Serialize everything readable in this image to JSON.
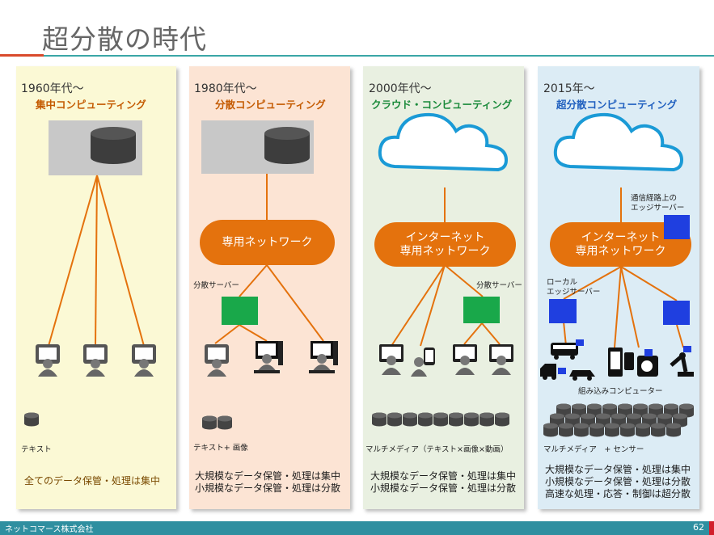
{
  "title": "超分散の時代",
  "footer": {
    "company": "ネットコマース株式会社",
    "page": "62"
  },
  "colors": {
    "accent_orange": "#e4720d",
    "cloud_blue": "#1a9ad6",
    "server_green": "#19a84a",
    "edge_blue": "#1f3fe0",
    "heading_orange": "#c45a00",
    "heading_green": "#1a8a3a",
    "heading_blue": "#1f5fbf"
  },
  "panels": [
    {
      "era": "1960年代～",
      "subtitle": "集中コンピューティング",
      "data_label": "テキスト",
      "summary": [
        "全てのデータ保管・処理は集中"
      ]
    },
    {
      "era": "1980年代～",
      "subtitle": "分散コンピューティング",
      "network": "専用ネットワーク",
      "server_label": "分散サーバー",
      "data_label": "テキスト+ 画像",
      "summary": [
        "大規模なデータ保管・処理は集中",
        "小規模なデータ保管・処理は分散"
      ]
    },
    {
      "era": "2000年代～",
      "subtitle": "クラウド・コンピューティング",
      "network": [
        "インターネット",
        "専用ネットワーク"
      ],
      "server_label": "分散サーバー",
      "data_label": "マルチメディア（テキスト×画像×動画）",
      "summary": [
        "大規模なデータ保管・処理は集中",
        "小規模なデータ保管・処理は分散"
      ]
    },
    {
      "era": "2015年～",
      "subtitle": "超分散コンピューティング",
      "network": [
        "インターネット",
        "専用ネットワーク"
      ],
      "edge_route_label": [
        "通信経路上の",
        "エッジサーバー"
      ],
      "local_label": [
        "ローカル",
        "エッジサーバー"
      ],
      "embedded_label": "組み込みコンピューター",
      "data_label": "マルチメディア　+ センサー",
      "summary": [
        "大規模なデータ保管・処理は集中",
        "小規模なデータ保管・処理は分散",
        "高速な処理・応答・制御は超分散"
      ]
    }
  ]
}
